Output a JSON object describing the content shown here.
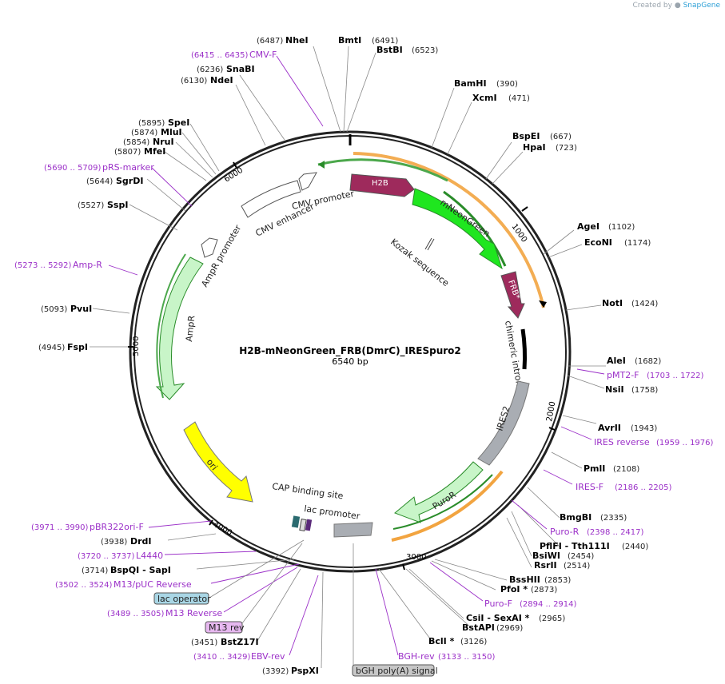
{
  "credit": {
    "prefix": "Created by",
    "brand": "SnapGene"
  },
  "plasmid": {
    "name": "H2B-mNeonGreen_FRB(DmrC)_IRESpuro2",
    "length_label": "6540 bp",
    "length": 6540
  },
  "ticks": [
    "1000",
    "2000",
    "3000",
    "4000",
    "5000",
    "6000"
  ],
  "features": [
    {
      "name": "H2B",
      "color": "#9e2a5c",
      "text": "white"
    },
    {
      "name": "mNeonGreen",
      "color": "#1fe61f",
      "text": "dark"
    },
    {
      "name": "FRB*",
      "color": "#9e2a5c",
      "text": "white"
    },
    {
      "name": "chimeric intron",
      "color": "#000000",
      "text": "dark"
    },
    {
      "name": "IRES2",
      "color": "#a9adb3",
      "text": "dark"
    },
    {
      "name": "PuroR",
      "color": "#c8f5c8",
      "text": "dark"
    },
    {
      "name": "ori",
      "color": "#ffff00",
      "text": "dark"
    },
    {
      "name": "AmpR",
      "color": "#c8f5c8",
      "text": "dark"
    },
    {
      "name": "AmpR promoter",
      "color": "#ffffff",
      "text": "dark"
    },
    {
      "name": "CMV enhancer",
      "color": "#ffffff",
      "text": "dark"
    },
    {
      "name": "CMV promoter",
      "color": "#ffffff",
      "text": "dark"
    },
    {
      "name": "Kozak sequence",
      "color": "#ffffff",
      "text": "dark"
    },
    {
      "name": "CAP binding site",
      "color": "#ffffff",
      "text": "dark"
    },
    {
      "name": "lac promoter",
      "color": "#ffffff",
      "text": "dark"
    }
  ],
  "sites": [
    {
      "name": "NheI",
      "pos": "(6487)"
    },
    {
      "name": "BmtI",
      "pos": "(6491)"
    },
    {
      "name": "BstBI",
      "pos": "(6523)"
    },
    {
      "name": "SnaBI",
      "pos": "(6236)"
    },
    {
      "name": "NdeI",
      "pos": "(6130)"
    },
    {
      "name": "BamHI",
      "pos": "(390)"
    },
    {
      "name": "XcmI",
      "pos": "(471)"
    },
    {
      "name": "BspEI",
      "pos": "(667)"
    },
    {
      "name": "HpaI",
      "pos": "(723)"
    },
    {
      "name": "AgeI",
      "pos": "(1102)"
    },
    {
      "name": "EcoNI",
      "pos": "(1174)"
    },
    {
      "name": "NotI",
      "pos": "(1424)"
    },
    {
      "name": "AleI",
      "pos": "(1682)"
    },
    {
      "name": "NsiI",
      "pos": "(1758)"
    },
    {
      "name": "AvrII",
      "pos": "(1943)"
    },
    {
      "name": "PmlI",
      "pos": "(2108)"
    },
    {
      "name": "BmgBI",
      "pos": "(2335)"
    },
    {
      "name": "PflFI - Tth111I",
      "pos": "(2440)"
    },
    {
      "name": "BsiWI",
      "pos": "(2454)"
    },
    {
      "name": "RsrII",
      "pos": "(2514)"
    },
    {
      "name": "BssHII",
      "pos": "(2853)"
    },
    {
      "name": "PfoI *",
      "pos": "(2873)"
    },
    {
      "name": "CsiI - SexAI *",
      "pos": "(2965)"
    },
    {
      "name": "BstAPI",
      "pos": "(2969)"
    },
    {
      "name": "BclI *",
      "pos": "(3126)"
    },
    {
      "name": "PspXI",
      "pos": "(3392)"
    },
    {
      "name": "BstZ17I",
      "pos": "(3451)"
    },
    {
      "name": "BspQI - SapI",
      "pos": "(3714)"
    },
    {
      "name": "DrdI",
      "pos": "(3938)"
    },
    {
      "name": "FspI",
      "pos": "(4945)"
    },
    {
      "name": "PvuI",
      "pos": "(5093)"
    },
    {
      "name": "SspI",
      "pos": "(5527)"
    },
    {
      "name": "SgrDI",
      "pos": "(5644)"
    },
    {
      "name": "MfeI",
      "pos": "(5807)"
    },
    {
      "name": "NruI",
      "pos": "(5854)"
    },
    {
      "name": "MluI",
      "pos": "(5874)"
    },
    {
      "name": "SpeI",
      "pos": "(5895)"
    }
  ],
  "primers": [
    {
      "name": "CMV-F",
      "pos": "(6415 .. 6435)"
    },
    {
      "name": "pRS-marker",
      "pos": "(5690 .. 5709)"
    },
    {
      "name": "Amp-R",
      "pos": "(5273 .. 5292)"
    },
    {
      "name": "pMT2-F",
      "pos": "(1703 .. 1722)"
    },
    {
      "name": "IRES reverse",
      "pos": "(1959 .. 1976)"
    },
    {
      "name": "IRES-F",
      "pos": "(2186 .. 2205)"
    },
    {
      "name": "Puro-R",
      "pos": "(2398 .. 2417)"
    },
    {
      "name": "Puro-F",
      "pos": "(2894 .. 2914)"
    },
    {
      "name": "BGH-rev",
      "pos": "(3133 .. 3150)"
    },
    {
      "name": "EBV-rev",
      "pos": "(3410 .. 3429)"
    },
    {
      "name": "M13 Reverse",
      "pos": "(3489 .. 3505)"
    },
    {
      "name": "M13/pUC Reverse",
      "pos": "(3502 .. 3524)"
    },
    {
      "name": "L4440",
      "pos": "(3720 .. 3737)"
    },
    {
      "name": "pBR322ori-F",
      "pos": "(3971 .. 3990)"
    }
  ],
  "boxed": [
    {
      "name": "lac operator",
      "color": "#a9d6e5"
    },
    {
      "name": "M13 rev",
      "color": "#e7b8f0"
    },
    {
      "name": "bGH poly(A) signal",
      "color": "#c7c7c7"
    }
  ]
}
